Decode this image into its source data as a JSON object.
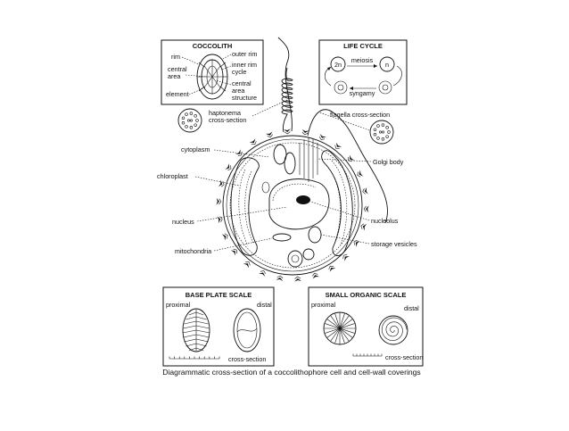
{
  "coccolith_panel": {
    "title": "COCCOLITH",
    "labels": {
      "rim": "rim",
      "central_area": "central\narea",
      "element": "element",
      "outer_rim": "outer rim",
      "inner_rim_cycle": "inner rim\ncycle",
      "central_area_structure": "central\narea\nstructure"
    }
  },
  "life_cycle_panel": {
    "title": "LIFE CYCLE",
    "labels": {
      "diploid": "2n",
      "meiosis": "meiosis",
      "haploid": "n",
      "syngamy": "syngamy"
    }
  },
  "cell_labels": {
    "haptonema": "haptonema\ncross-section",
    "flagella": "flagella cross-section",
    "cytoplasm": "cytoplasm",
    "golgi": "Golgi body",
    "chloroplast": "chloroplast",
    "nucleus": "nucleus",
    "nucleolus": "nucleolus",
    "storage": "storage vesicles",
    "mitochondria": "mitochondria"
  },
  "base_plate_panel": {
    "title": "BASE PLATE SCALE",
    "proximal": "proximal",
    "distal": "distal",
    "cross_section": "cross-section"
  },
  "organic_panel": {
    "title": "SMALL ORGANIC SCALE",
    "proximal": "proximal",
    "distal": "distal",
    "cross_section": "cross-section"
  },
  "caption": "Diagrammatic cross-section of a coccolithophore cell and cell-wall coverings"
}
